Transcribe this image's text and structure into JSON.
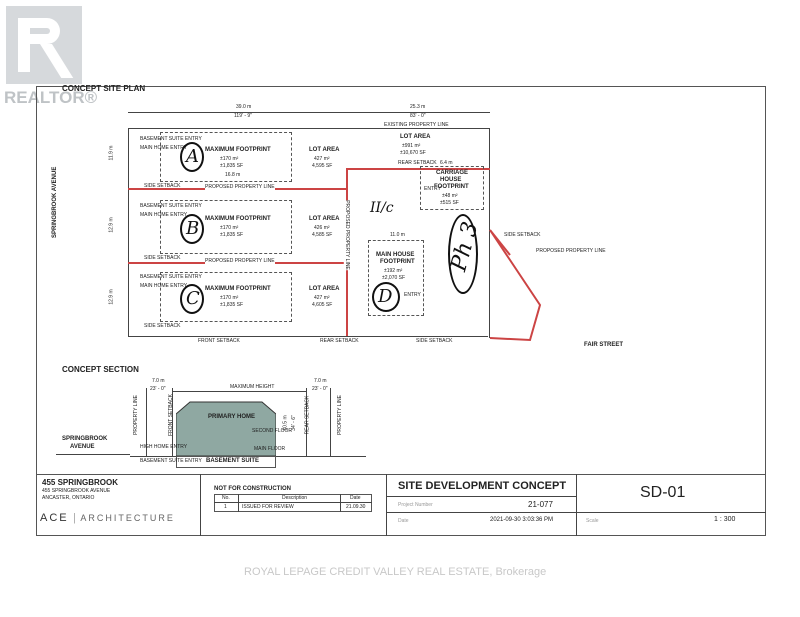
{
  "watermark": {
    "brand": "REALTOR®",
    "brokerage": "ROYAL LEPAGE CREDIT VALLEY REAL ESTATE, Brokerage"
  },
  "plan": {
    "title": "CONCEPT SITE PLAN",
    "street_left": "SPRINGBROOK AVENUE",
    "street_right": "FAIR STREET",
    "existing_line": "EXISTING PROPERTY LINE",
    "proposed_line": "PROPOSED PROPERTY LINE",
    "proposed_line_v": "PROPOSED PROPERTY LINE",
    "proposed_line_r": "PROPOSED PROPERTY LINE",
    "front_setback": "FRONT SETBACK",
    "rear_setback": "REAR SETBACK",
    "side_setback": "SIDE SETBACK",
    "side_setback_r": "SIDE SETBACK",
    "entry": "ENTRY",
    "basement_entry": "BASEMENT SUITE ENTRY",
    "main_entry": "MAIN HOME ENTRY",
    "dims": {
      "top_left": "39.0 m",
      "top_right": "25.3 m",
      "top_left_ft": "119' - 9\"",
      "top_right_ft": "83' - 0\"",
      "d1": "11.9 m",
      "d2": "12.9 m",
      "d3": "12.9 m",
      "inner": "16.8 m",
      "inner2": "11.0 m",
      "c1": "6.4 m"
    },
    "lots": [
      {
        "fp_title": "MAXIMUM FOOTPRINT",
        "fp_m": "±170 m²",
        "fp_sf": "±1,835 SF",
        "la_title": "LOT AREA",
        "la_m": "427 m²",
        "la_sf": "4,595 SF",
        "hand": "A"
      },
      {
        "fp_title": "MAXIMUM FOOTPRINT",
        "fp_m": "±170 m²",
        "fp_sf": "±1,835 SF",
        "la_title": "LOT AREA",
        "la_m": "426 m²",
        "la_sf": "4,585 SF",
        "hand": "B"
      },
      {
        "fp_title": "MAXIMUM FOOTPRINT",
        "fp_m": "±170 m²",
        "fp_sf": "±1,835 SF",
        "la_title": "LOT AREA",
        "la_m": "427 m²",
        "la_sf": "4,605 SF",
        "hand": "C"
      }
    ],
    "big_lot": {
      "title": "LOT AREA",
      "m": "±991 m²",
      "sf": "±10,670 SF"
    },
    "carriage": {
      "title1": "CARRIAGE",
      "title2": "HOUSE",
      "title3": "FOOTPRINT",
      "m": "±48 m²",
      "sf": "±515 SF"
    },
    "main_house": {
      "title1": "MAIN HOUSE",
      "title2": "FOOTPRINT",
      "m": "±192 m²",
      "sf": "±2,070 SF",
      "hand": "D"
    },
    "hand_marks": {
      "lot_d": "II/c",
      "lot_e": "Ph 3"
    }
  },
  "section": {
    "title": "CONCEPT SECTION",
    "street": "SPRINGBROOK",
    "street2": "AVENUE",
    "dim_l": "7.0 m",
    "dim_l_ft": "23' - 0\"",
    "dim_r": "7.0 m",
    "dim_r_ft": "23' - 0\"",
    "max_height": "MAXIMUM HEIGHT",
    "primary": "PRIMARY HOME",
    "second_floor": "SECOND FLOOR",
    "main_floor": "MAIN FLOOR",
    "basement": "BASEMENT SUITE",
    "high_entry": "HIGH HOME ENTRY",
    "basement_entry": "BASEMENT SUITE ENTRY",
    "prop_l": "PROPERTY LINE",
    "prop_r": "PROPERTY LINE",
    "front": "FRONT SETBACK",
    "rear": "REAR SETBACK",
    "h": "10.5 m",
    "h_ft": "34' - 6\""
  },
  "titleblock": {
    "project": "455 SPRINGBROOK",
    "addr1": "455 SPRINGBROOK AVENUE",
    "addr2": "ANCASTER, ONTARIO",
    "logo_a": "ACE",
    "logo_b": "ARCHITECTURE",
    "nfc": "NOT FOR CONSTRUCTION",
    "rev_headers": [
      "No.",
      "Description",
      "Date"
    ],
    "rev_row": [
      "1",
      "ISSUED FOR REVIEW",
      "21.09.30"
    ],
    "sheet_title": "SITE DEVELOPMENT CONCEPT",
    "project_no_label": "Project Number",
    "project_no": "21-077",
    "date_label": "Date",
    "date": "2021-09-30 3:03:36 PM",
    "sheet_no": "SD-01",
    "scale_label": "Scale",
    "scale": "1 : 300"
  }
}
